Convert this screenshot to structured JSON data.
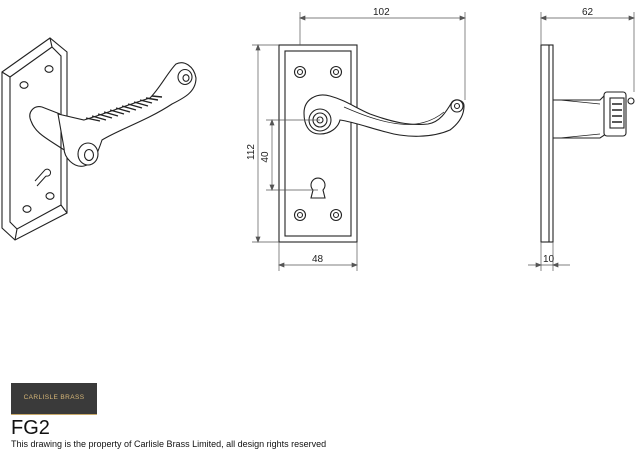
{
  "dimensions": {
    "front_width_lever": "102",
    "front_height": "112",
    "front_keyhole_centre": "40",
    "front_plate_width": "48",
    "side_projection": "62",
    "side_plate_thickness": "10"
  },
  "logo": {
    "text": "CARLISLE BRASS"
  },
  "product_code": "FG2",
  "footer_note": "This drawing is the property of Carlisle Brass Limited, all design rights reserved"
}
